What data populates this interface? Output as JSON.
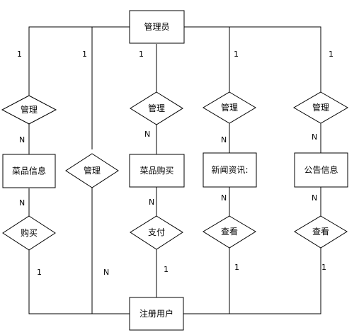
{
  "diagram": {
    "entities": {
      "admin": "管理员",
      "dish_info": "菜品信息",
      "dish_purchase": "菜品购买",
      "news_info": "新闻资讯:",
      "announcement": "公告信息",
      "registered_user": "注册用户"
    },
    "relationships": {
      "manage_1": "管理",
      "manage_2": "管理",
      "manage_3": "管理",
      "manage_4": "管理",
      "manage_5": "管理",
      "buy": "购买",
      "pay": "支付",
      "view_1": "查看",
      "view_2": "查看"
    },
    "cardinalities": {
      "admin_manage_1": "1",
      "admin_manage_2": "1",
      "admin_manage_3": "1",
      "admin_manage_4": "1",
      "admin_manage_5": "1",
      "manage_1_dish_info": "N",
      "manage_3_dish_purchase": "N",
      "manage_4_news_info": "N",
      "manage_5_announcement": "N",
      "dish_info_buy": "N",
      "dish_purchase_pay": "N",
      "news_info_view": "N",
      "announcement_view": "N",
      "buy_user": "1",
      "manage_2_user": "N",
      "pay_user": "1",
      "view_1_user": "1",
      "view_2_user": "1"
    }
  }
}
